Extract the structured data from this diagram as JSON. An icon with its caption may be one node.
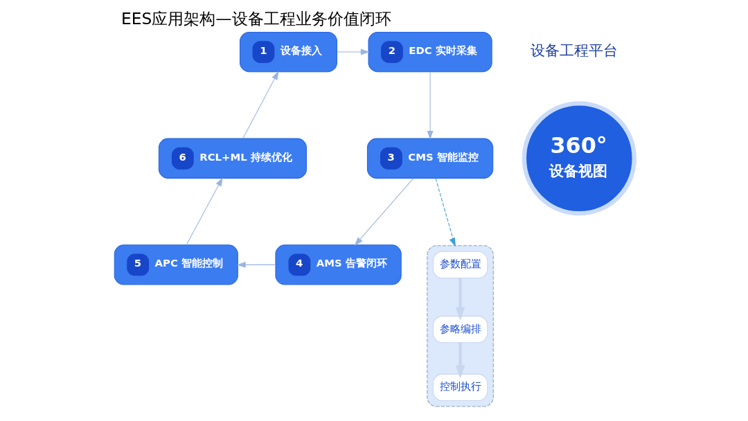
{
  "diagram": {
    "title": "EES应用架构—设备工程业务价值闭环",
    "nodes": [
      {
        "text": [
          "360°",
          "设备视图"
        ]
      },
      {
        "text": [
          "1",
          "设备接入"
        ]
      },
      {
        "text": [
          "2",
          "EDC 实时采集"
        ]
      },
      {
        "text": [
          "3",
          "CMS 智能监控"
        ]
      },
      {
        "text": [
          "4",
          "AMS 告警闭环"
        ]
      },
      {
        "text": [
          "5",
          "APC 智能控制"
        ]
      },
      {
        "text": [
          "6",
          "RCL+ML 持续优化"
        ]
      },
      {
        "text": [],
        "shape": "box"
      },
      {
        "text": [
          "参数配置"
        ],
        "in": 7
      },
      {
        "text": [
          "参略编排"
        ],
        "in": 7
      },
      {
        "text": [
          "控制执行"
        ],
        "in": 7
      }
    ],
    "edges": [
      {
        "from": 1,
        "to": 2,
        "arrow": "to"
      },
      {
        "from": 2,
        "to": 3,
        "arrow": "to"
      },
      {
        "from": 3,
        "to": 4,
        "arrow": "to"
      },
      {
        "from": 4,
        "to": 5,
        "arrow": "to"
      },
      {
        "from": 5,
        "to": 6,
        "arrow": "to"
      },
      {
        "from": 6,
        "to": 1,
        "arrow": "to"
      },
      {
        "from": 3,
        "to": 7,
        "arrow": "to",
        "style": "dashed",
        "color": "#3aa0d8"
      },
      {
        "from": 8,
        "to": 9,
        "arrow": "to",
        "style": "thick",
        "color": "#c8d6ee"
      },
      {
        "from": 9,
        "to": 10,
        "arrow": "to",
        "style": "thick",
        "color": "#c8d6ee"
      }
    ],
    "labels": [
      "设备工程平台"
    ]
  }
}
